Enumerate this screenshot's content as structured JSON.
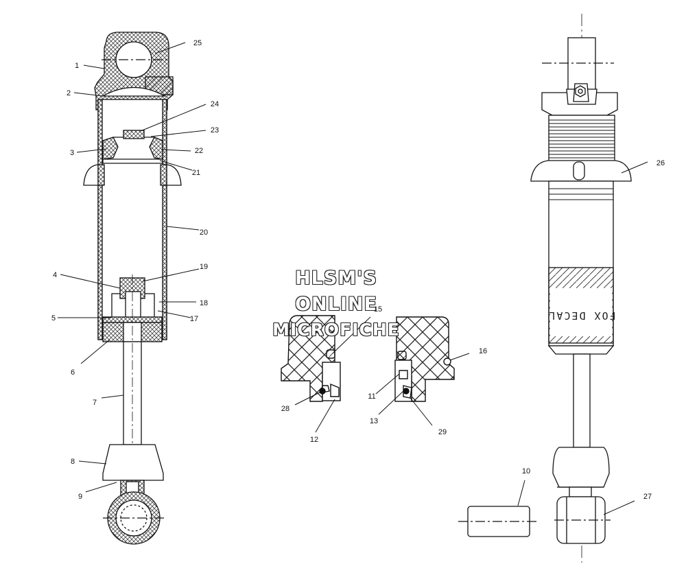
{
  "watermark": {
    "line1": "HLSM'S",
    "line2": "ONLINE",
    "line3": "MICROFICHE"
  },
  "decal_text": "FOX DECAL",
  "callouts": {
    "c1": "1",
    "c2": "2",
    "c3": "3",
    "c4": "4",
    "c5": "5",
    "c6": "6",
    "c7": "7",
    "c8": "8",
    "c9": "9",
    "c10": "10",
    "c11": "11",
    "c12": "12",
    "c13": "13",
    "c15": "15",
    "c16": "16",
    "c17": "17",
    "c18": "18",
    "c19": "19",
    "c20": "20",
    "c21": "21",
    "c22": "22",
    "c23": "23",
    "c24": "24",
    "c25": "25",
    "c26": "26",
    "c27": "27",
    "c28": "28",
    "c29": "29"
  },
  "colors": {
    "line": "#111111",
    "fill": "#ffffff",
    "hatch": "#333333",
    "background": "#ffffff"
  }
}
